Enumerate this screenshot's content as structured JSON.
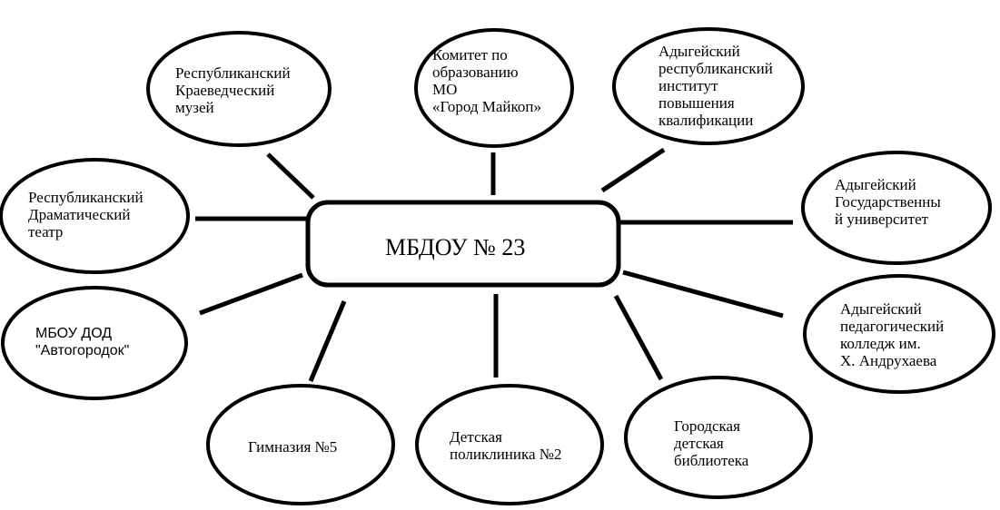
{
  "center": {
    "label": "МБДОУ № 23"
  },
  "nodes": [
    {
      "id": "museum",
      "label": "Республиканский\nКраеведческий\nмузей"
    },
    {
      "id": "education-committee",
      "label": "Комитет по\nобразованию\nМО\n«Город Майкоп»"
    },
    {
      "id": "adyghe-institute",
      "label": "Адыгейский\nреспубликанский\nинститут\nповышения\nквалификации"
    },
    {
      "id": "drama-theatre",
      "label": "Республиканский\nДраматический\nтеатр"
    },
    {
      "id": "adyghe-university",
      "label": "Адыгейский\nГосударственны\nй университет"
    },
    {
      "id": "avtogorodok",
      "label": "МБОУ ДОД\n\"Автогородок\""
    },
    {
      "id": "pedagogical-college",
      "label": "Адыгейский\nпедагогический\nколледж им.\nХ. Андрухаева"
    },
    {
      "id": "gymnasium",
      "label": "Гимназия №5"
    },
    {
      "id": "polyclinic",
      "label": "Детская\nполиклиника №2"
    },
    {
      "id": "library",
      "label": "Городская\nдетская\nбиблиотека"
    }
  ]
}
